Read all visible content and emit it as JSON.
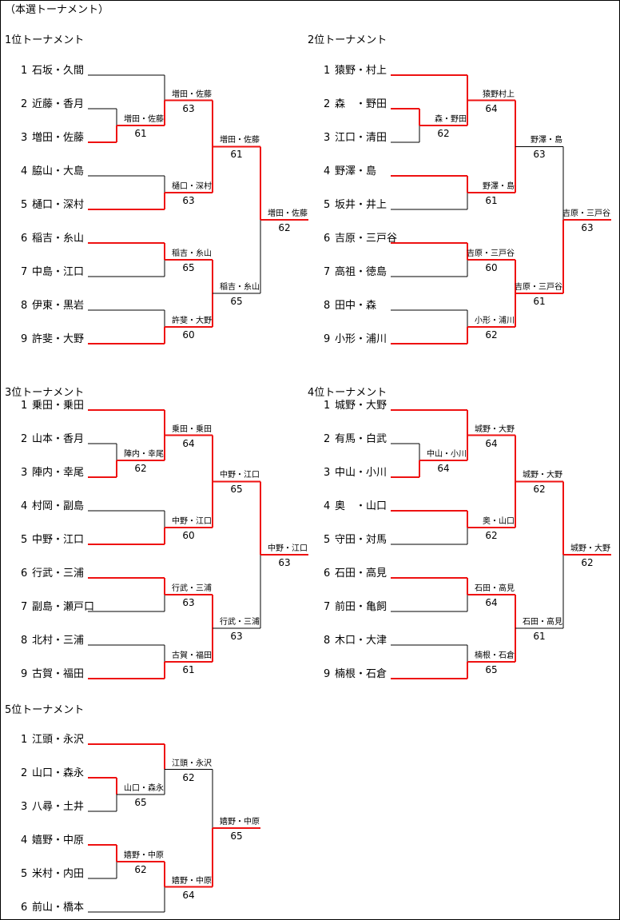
{
  "header": "（本選トーナメント）",
  "colors": {
    "line": "#000000",
    "winner": "#ee1111"
  },
  "t1": {
    "title": "1位トーナメント",
    "entries": [
      {
        "num": "1",
        "name": "石坂・久間"
      },
      {
        "num": "2",
        "name": "近藤・香月"
      },
      {
        "num": "3",
        "name": "増田・佐藤"
      },
      {
        "num": "4",
        "name": "脇山・大島"
      },
      {
        "num": "5",
        "name": "樋口・深村"
      },
      {
        "num": "6",
        "name": "稲吉・糸山"
      },
      {
        "num": "7",
        "name": "中島・江口"
      },
      {
        "num": "8",
        "name": "伊東・黒岩"
      },
      {
        "num": "9",
        "name": "許斐・大野"
      }
    ],
    "matches": [
      {
        "winner": "増田・佐藤",
        "score": "61"
      },
      {
        "winner": "増田・佐藤",
        "score": "63"
      },
      {
        "winner": "樋口・深村",
        "score": "63"
      },
      {
        "winner": "稲吉・糸山",
        "score": "65"
      },
      {
        "winner": "許斐・大野",
        "score": "60"
      },
      {
        "winner": "増田・佐藤",
        "score": "61"
      },
      {
        "winner": "稲吉・糸山",
        "score": "65"
      },
      {
        "winner": "増田・佐藤",
        "score": "62"
      }
    ]
  },
  "t2": {
    "title": "2位トーナメント",
    "entries": [
      {
        "num": "1",
        "name": "猿野・村上"
      },
      {
        "num": "2",
        "name": "森　・野田"
      },
      {
        "num": "3",
        "name": "江口・清田"
      },
      {
        "num": "4",
        "name": "野澤・島"
      },
      {
        "num": "5",
        "name": "坂井・井上"
      },
      {
        "num": "6",
        "name": "吉原・三戸谷"
      },
      {
        "num": "7",
        "name": "高祖・徳島"
      },
      {
        "num": "8",
        "name": "田中・森"
      },
      {
        "num": "9",
        "name": "小形・浦川"
      }
    ],
    "matches": [
      {
        "winner": "森・野田",
        "score": "62"
      },
      {
        "winner": "猿野村上",
        "score": "64"
      },
      {
        "winner": "野澤・島",
        "score": "61"
      },
      {
        "winner": "吉原・三戸谷",
        "score": "60"
      },
      {
        "winner": "小形・浦川",
        "score": "62"
      },
      {
        "winner": "野澤・島",
        "score": "63"
      },
      {
        "winner": "吉原・三戸谷",
        "score": "61"
      },
      {
        "winner": "吉原・三戸谷",
        "score": "63"
      }
    ]
  },
  "t3": {
    "title": "3位トーナメント",
    "entries": [
      {
        "num": "1",
        "name": "乗田・乗田"
      },
      {
        "num": "2",
        "name": "山本・香月"
      },
      {
        "num": "3",
        "name": "陣内・幸尾"
      },
      {
        "num": "4",
        "name": "村岡・副島"
      },
      {
        "num": "5",
        "name": "中野・江口"
      },
      {
        "num": "6",
        "name": "行武・三浦"
      },
      {
        "num": "7",
        "name": "副島・瀬戸口"
      },
      {
        "num": "8",
        "name": "北村・三浦"
      },
      {
        "num": "9",
        "name": "古賀・福田"
      }
    ],
    "matches": [
      {
        "winner": "陣内・幸尾",
        "score": "62"
      },
      {
        "winner": "乗田・乗田",
        "score": "64"
      },
      {
        "winner": "中野・江口",
        "score": "60"
      },
      {
        "winner": "行武・三浦",
        "score": "63"
      },
      {
        "winner": "古賀・福田",
        "score": "61"
      },
      {
        "winner": "中野・江口",
        "score": "65"
      },
      {
        "winner": "行武・三浦",
        "score": "63"
      },
      {
        "winner": "中野・江口",
        "score": "63"
      }
    ]
  },
  "t4": {
    "title": "4位トーナメント",
    "entries": [
      {
        "num": "1",
        "name": "城野・大野"
      },
      {
        "num": "2",
        "name": "有馬・白武"
      },
      {
        "num": "3",
        "name": "中山・小川"
      },
      {
        "num": "4",
        "name": "奥　・山口"
      },
      {
        "num": "5",
        "name": "守田・対馬"
      },
      {
        "num": "6",
        "name": "石田・高見"
      },
      {
        "num": "7",
        "name": "前田・亀飼"
      },
      {
        "num": "8",
        "name": "木口・大津"
      },
      {
        "num": "9",
        "name": "楠根・石倉"
      }
    ],
    "matches": [
      {
        "winner": "中山・小川",
        "score": "64"
      },
      {
        "winner": "城野・大野",
        "score": "64"
      },
      {
        "winner": "奥・山口",
        "score": "62"
      },
      {
        "winner": "石田・高見",
        "score": "64"
      },
      {
        "winner": "楠根・石倉",
        "score": "65"
      },
      {
        "winner": "城野・大野",
        "score": "62"
      },
      {
        "winner": "石田・高見",
        "score": "61"
      },
      {
        "winner": "城野・大野",
        "score": "62"
      }
    ]
  },
  "t5": {
    "title": "5位トーナメント",
    "entries": [
      {
        "num": "1",
        "name": "江頭・永沢"
      },
      {
        "num": "2",
        "name": "山口・森永"
      },
      {
        "num": "3",
        "name": "八尋・土井"
      },
      {
        "num": "4",
        "name": "嬉野・中原"
      },
      {
        "num": "5",
        "name": "米村・内田"
      },
      {
        "num": "6",
        "name": "前山・橋本"
      }
    ],
    "matches": [
      {
        "winner": "山口・森永",
        "score": "65"
      },
      {
        "winner": "江頭・永沢",
        "score": "62"
      },
      {
        "winner": "嬉野・中原",
        "score": "62"
      },
      {
        "winner": "嬉野・中原",
        "score": "64"
      },
      {
        "winner": "嬉野・中原",
        "score": "65"
      }
    ]
  }
}
